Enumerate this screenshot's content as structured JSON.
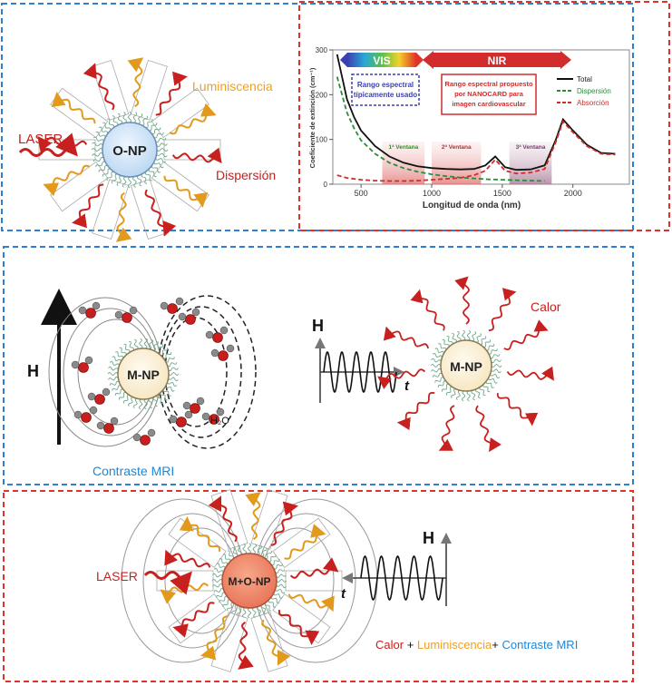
{
  "panel_optical": {
    "particle_label": "O-NP",
    "laser_label": "LASER",
    "luminescence_label": "Luminiscencia",
    "scattering_label": "Dispersión"
  },
  "spectrum_chart": {
    "ylabel": "Coeficiente de extinción (cm⁻¹)",
    "xlabel": "Longitud de onda (nm)",
    "vis_band_label": "VIS",
    "nir_band_label": "NIR",
    "usual_range_label_line1": "Rango espectral",
    "usual_range_label_line2": "típicamente usado",
    "proposed_range_line1": "Rango espectral propuesto",
    "proposed_range_line2": "por NANOCARD para",
    "proposed_range_line3": "imagen cardiovascular",
    "window1_label": "1ª Ventana",
    "window2_label": "2ª Ventana",
    "window3_label": "3ª Ventana",
    "legend_total": "Total",
    "legend_scattering": "Dispersión",
    "legend_absorption": "Absorción",
    "colors": {
      "total": "#111111",
      "scattering": "#2e8b3a",
      "absorption": "#d22c2c",
      "vis_box": "#3b3fb0",
      "nir_box": "#d22c2c"
    }
  },
  "chart_data": {
    "type": "line",
    "xlabel": "Longitud de onda (nm)",
    "ylabel": "Coeficiente de extinción (cm⁻¹)",
    "xlim": [
      300,
      2400
    ],
    "ylim": [
      0,
      300
    ],
    "x_ticks": [
      500,
      1000,
      1500,
      2000
    ],
    "y_ticks": [
      0,
      100,
      200,
      300
    ],
    "windows": [
      {
        "label": "1ª Ventana",
        "range": [
          650,
          950
        ]
      },
      {
        "label": "2ª Ventana",
        "range": [
          1000,
          1350
        ]
      },
      {
        "label": "3ª Ventana",
        "range": [
          1550,
          1850
        ]
      }
    ],
    "series": [
      {
        "name": "Total",
        "x": [
          330,
          400,
          450,
          500,
          600,
          700,
          800,
          900,
          1000,
          1100,
          1200,
          1300,
          1380,
          1450,
          1520,
          1600,
          1700,
          1800,
          1880,
          1930,
          2000,
          2100,
          2200,
          2300
        ],
        "values": [
          290,
          190,
          150,
          120,
          85,
          62,
          48,
          40,
          36,
          34,
          33,
          34,
          42,
          62,
          38,
          32,
          33,
          42,
          100,
          145,
          120,
          88,
          70,
          68
        ]
      },
      {
        "name": "Dispersión",
        "x": [
          330,
          400,
          450,
          500,
          600,
          700,
          800,
          900,
          1000,
          1100,
          1200,
          1300,
          1400,
          1500,
          1600,
          1700,
          1800
        ],
        "values": [
          240,
          160,
          125,
          98,
          68,
          48,
          36,
          28,
          22,
          18,
          15,
          13,
          11,
          10,
          9,
          8,
          7
        ]
      },
      {
        "name": "Absorción",
        "x": [
          330,
          400,
          500,
          600,
          700,
          800,
          900,
          1000,
          1100,
          1200,
          1300,
          1380,
          1450,
          1520,
          1600,
          1700,
          1800,
          1880,
          1930,
          2000,
          2100,
          2200,
          2300
        ],
        "values": [
          20,
          14,
          10,
          8,
          7,
          7,
          8,
          10,
          12,
          14,
          20,
          30,
          55,
          30,
          24,
          26,
          34,
          95,
          140,
          116,
          85,
          68,
          66
        ]
      }
    ]
  },
  "panel_magnetic": {
    "particle_label": "M-NP",
    "field_label": "H",
    "water_label": "H₂O",
    "mri_label": "Contraste MRI",
    "heat_particle_label": "M-NP",
    "heat_field_label": "H",
    "heat_time_label": "t",
    "heat_label": "Calor"
  },
  "panel_combined": {
    "particle_label": "M+O-NP",
    "laser_label": "LASER",
    "field_label": "H",
    "time_label": "t",
    "result_heat": "Calor",
    "result_plus1": " + ",
    "result_luminescence": "Luminiscencia",
    "result_plus2": "+ ",
    "result_mri": "Contraste MRI",
    "colors": {
      "heat": "#c8201e",
      "luminescence": "#f0a020",
      "mri": "#1e88d8"
    }
  }
}
